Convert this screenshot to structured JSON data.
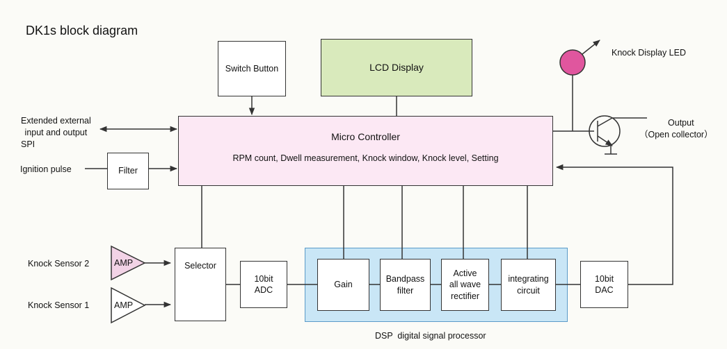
{
  "title": "DK1s block diagram",
  "colors": {
    "lcd_fill": "#d9eabc",
    "micro_fill": "#fce8f4",
    "dsp_fill": "#c9e6f6",
    "dsp_border": "#5a9ac8",
    "led_fill": "#e0569e",
    "amp2_fill": "#f2d3e6",
    "line": "#333333"
  },
  "blocks": {
    "switch_button": "Switch Button",
    "lcd_display": "LCD Display",
    "micro_controller_title": "Micro Controller",
    "micro_controller_functions": "RPM count, Dwell measurement, Knock window, Knock level, Setting",
    "filter": "Filter",
    "selector": "Selector",
    "adc": [
      "10bit",
      "ADC"
    ],
    "gain": "Gain",
    "bandpass": [
      "Bandpass",
      "filter"
    ],
    "rectifier": [
      "Active",
      "all wave",
      "rectifier"
    ],
    "integrating": [
      "integrating",
      "circuit"
    ],
    "dac": [
      "10bit",
      "DAC"
    ],
    "amp": "AMP"
  },
  "labels": {
    "ext_io": [
      "Extended external",
      "input and output",
      "SPI"
    ],
    "ignition": "Ignition pulse",
    "knock_sensor_2": "Knock Sensor 2",
    "knock_sensor_1": "Knock Sensor 1",
    "knock_led": "Knock Display LED",
    "output": [
      "Output",
      "（Open collector）"
    ],
    "dsp": "DSP  digital signal processor"
  }
}
